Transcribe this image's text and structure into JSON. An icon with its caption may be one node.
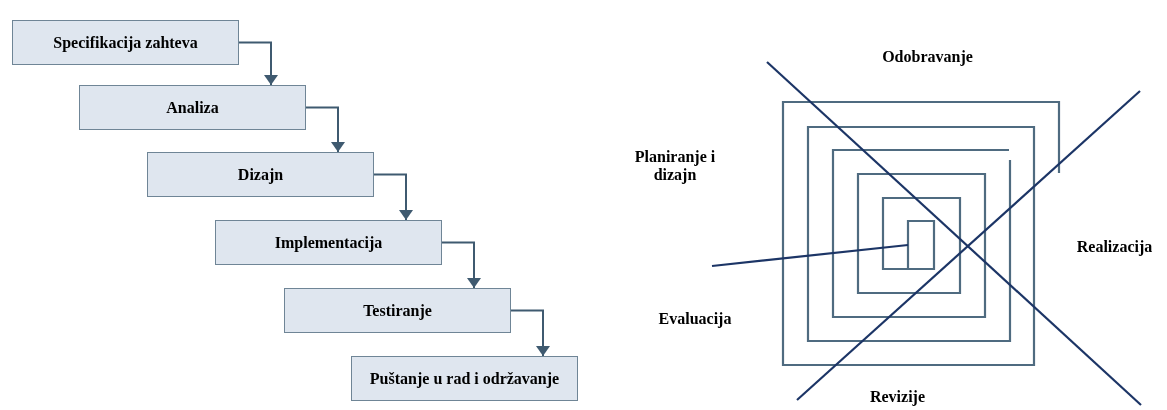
{
  "diagram": {
    "nodes": [
      {
        "text": [
          "Specifikacija zahteva"
        ]
      },
      {
        "text": [
          "Analiza"
        ]
      },
      {
        "text": [
          "Dizajn"
        ]
      },
      {
        "text": [
          "Implementacija"
        ]
      },
      {
        "text": [
          "Testiranje"
        ]
      },
      {
        "text": [
          "Puštanje u rad i održavanje"
        ]
      }
    ],
    "edges": [
      {
        "from": 0,
        "to": 1,
        "arrow": "to"
      },
      {
        "from": 1,
        "to": 2,
        "arrow": "to"
      },
      {
        "from": 2,
        "to": 3,
        "arrow": "to"
      },
      {
        "from": 3,
        "to": 4,
        "arrow": "to"
      },
      {
        "from": 4,
        "to": 5,
        "arrow": "to"
      }
    ],
    "labels": [
      "Odobravanje",
      "Planiranje i dizajn",
      "Realizacija",
      "Evaluacija",
      "Revizije"
    ]
  }
}
